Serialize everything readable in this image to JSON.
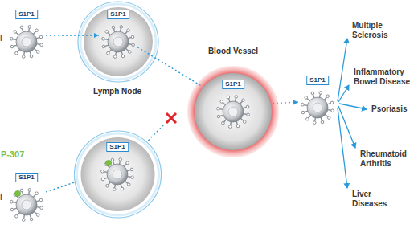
{
  "diagram": {
    "nodes": [
      {
        "text": [
          "S1P1"
        ]
      },
      {
        "text": [
          "S1P1"
        ]
      },
      {
        "text": [
          "Blood Vessel"
        ]
      },
      {
        "text": [
          "S1P1"
        ],
        "in": 2
      },
      {
        "text": [
          "S1P1"
        ]
      },
      {
        "text": [
          "Lymph Node"
        ]
      },
      {
        "text": [
          "S1P1"
        ]
      },
      {
        "text": [
          "S1P1"
        ],
        "in": 5
      }
    ],
    "edges": [
      {
        "from": 0,
        "to": 1,
        "arrow": "to"
      },
      {
        "from": 1,
        "to": 3,
        "arrow": "to"
      },
      {
        "from": 3,
        "to": 4,
        "arrow": "to"
      },
      {
        "from": 6,
        "to": 7,
        "arrow": "to"
      }
    ],
    "labels": [
      "l",
      "l",
      "P-307",
      "Multiple Sclerosis",
      "Inflammatory Bowel Disease",
      "Psoriasis",
      "Rheumatoid Arthritis",
      "Liver Diseases"
    ]
  }
}
